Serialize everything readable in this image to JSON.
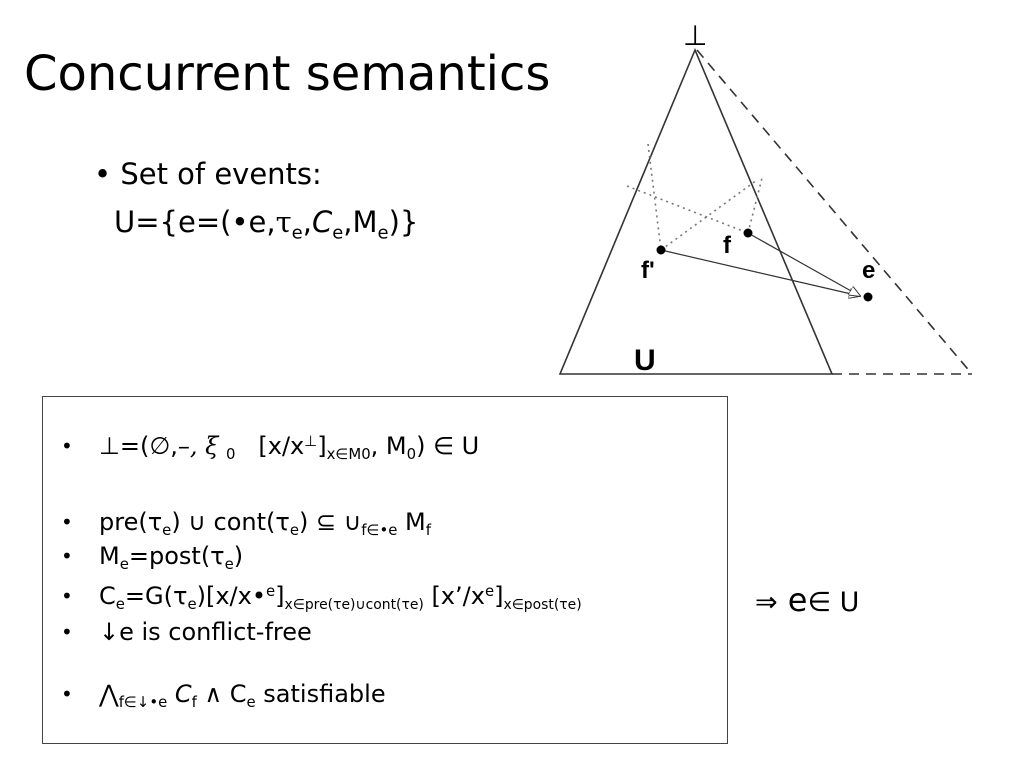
{
  "title": "Concurrent semantics",
  "top": {
    "bullet": "• Set of events:",
    "formula": {
      "lead": "U={e=(•e,",
      "tau": "τ",
      "tau_sub": "e",
      "comma1": ",",
      "c": "C",
      "c_sub": "e",
      "comma2": ",M",
      "m_sub": "e",
      "tail": ")}"
    }
  },
  "diagram": {
    "bottom_label": "⊥",
    "u_label": "U",
    "f_label": "f",
    "fprime_label": "f'",
    "e_label": "e"
  },
  "conditions": {
    "bullet": "•",
    "c1": {
      "a": "⊥=(∅,",
      "sym": "–, ξ",
      "zero": "0",
      "b": "[x/x",
      "sup": "⊥",
      "close": "]",
      "sub": "x∈M0",
      "c": ", M",
      "m0sub": "0",
      "d": ") ∈ U"
    },
    "c2": {
      "a": "pre(τ",
      "s1": "e",
      "b": ") ∪ cont(τ",
      "s2": "e",
      "c": ") ⊆ ∪",
      "s3": "f∈•e",
      "d": " M",
      "s4": "f"
    },
    "c3": {
      "a": "M",
      "s1": "e",
      "b": "=post(τ",
      "s2": "e",
      "c": ")"
    },
    "c4": {
      "a": "C",
      "s1": "e",
      "b": "=G(τ",
      "s2": "e",
      "c": ")[x/x•",
      "sup1": "e",
      "d": "]",
      "s3": "x∈pre(τe)∪cont(τe)",
      "e": " [x’/x",
      "sup2": "e",
      "f": "]",
      "s4": "x∈post(τe)"
    },
    "c5": {
      "a": "↓e is conflict-free"
    },
    "c6": {
      "a": "⋀",
      "s1": "f∈↓•e",
      "b": " C",
      "s2": "f",
      "c": " ∧ C",
      "s3": "e",
      "d": " satisfiable"
    }
  },
  "implies": {
    "arrow": "⇒",
    "e": " e",
    "rest": "∈ U"
  }
}
